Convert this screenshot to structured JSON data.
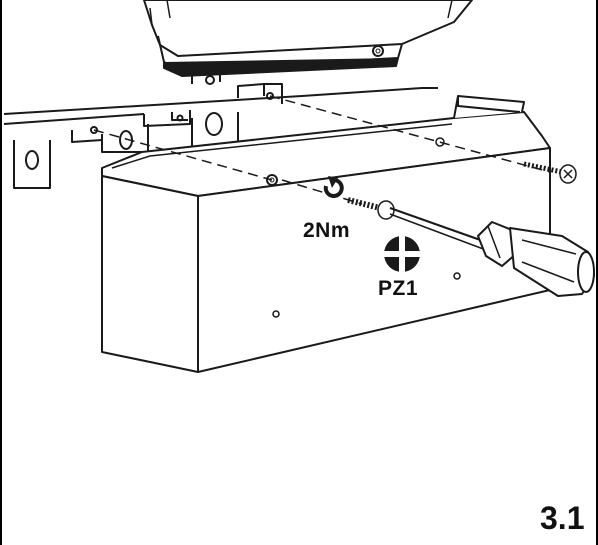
{
  "figure": {
    "torque": "2Nm",
    "bit": "PZ1",
    "step": "3.1"
  },
  "icons": {
    "rotation": "clockwise-arrow-icon",
    "bit": "pozidriv-cross-icon",
    "tool": "screwdriver-icon",
    "fastener": "screw-icon"
  },
  "colors": {
    "line": "#1a1a1a",
    "dark_fill": "#1a1a1a",
    "background": "#ffffff"
  }
}
